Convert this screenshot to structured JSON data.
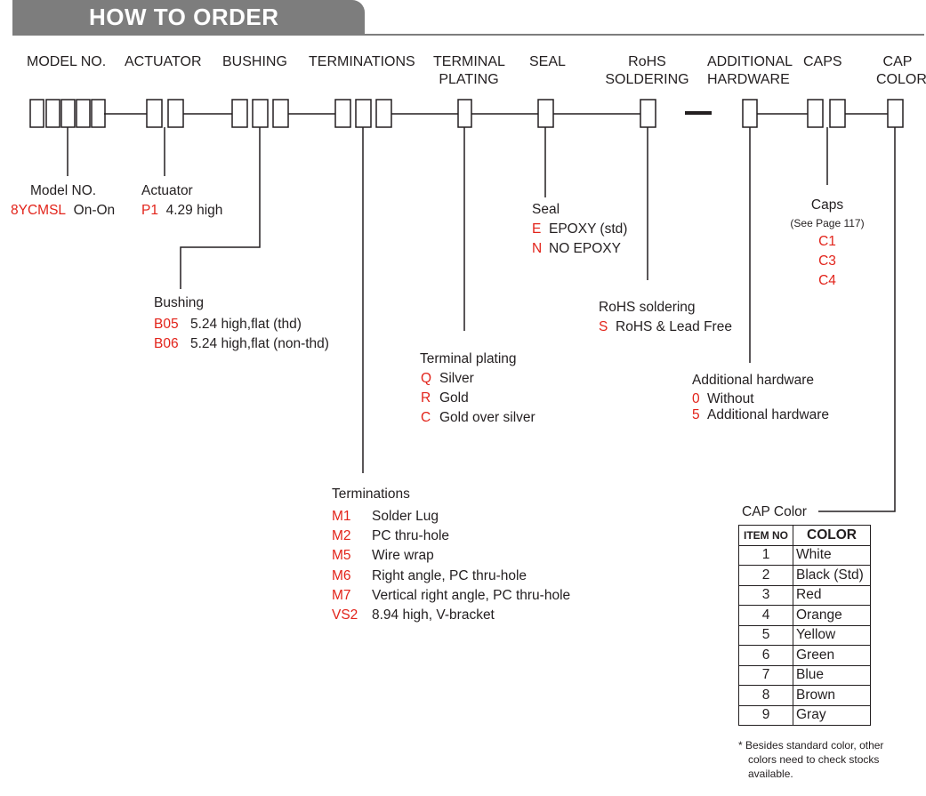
{
  "title": "HOW TO ORDER",
  "headers": {
    "model_no": "MODEL NO.",
    "actuator": "ACTUATOR",
    "bushing": "BUSHING",
    "terminations": "TERMINATIONS",
    "terminal_plating_1": "TERMINAL",
    "terminal_plating_2": "PLATING",
    "seal": "SEAL",
    "rohs_1": "RoHS",
    "rohs_2": "SOLDERING",
    "additional_1": "ADDITIONAL",
    "additional_2": "HARDWARE",
    "caps": "CAPS",
    "cap_color_1": "CAP",
    "cap_color_2": "COLOR"
  },
  "model": {
    "title": "Model NO.",
    "code": "8YCMSL",
    "desc": "On-On"
  },
  "actuator": {
    "title": "Actuator",
    "code": "P1",
    "desc": "4.29 high"
  },
  "bushing": {
    "title": "Bushing",
    "items": [
      {
        "code": "B05",
        "desc": "5.24 high,flat (thd)"
      },
      {
        "code": "B06",
        "desc": "5.24 high,flat (non-thd)"
      }
    ]
  },
  "terminations": {
    "title": "Terminations",
    "items": [
      {
        "code": "M1",
        "desc": "Solder Lug"
      },
      {
        "code": "M2",
        "desc": "PC thru-hole"
      },
      {
        "code": "M5",
        "desc": "Wire wrap"
      },
      {
        "code": "M6",
        "desc": "Right angle, PC thru-hole"
      },
      {
        "code": "M7",
        "desc": "Vertical right angle, PC thru-hole"
      },
      {
        "code": "VS2",
        "desc": "8.94 high, V-bracket"
      }
    ]
  },
  "terminal_plating": {
    "title": "Terminal plating",
    "items": [
      {
        "code": "Q",
        "desc": "Silver"
      },
      {
        "code": "R",
        "desc": "Gold"
      },
      {
        "code": "C",
        "desc": "Gold over silver"
      }
    ]
  },
  "seal": {
    "title": "Seal",
    "items": [
      {
        "code": "E",
        "desc": "EPOXY (std)"
      },
      {
        "code": "N",
        "desc": "NO EPOXY"
      }
    ]
  },
  "rohs": {
    "title": "RoHS soldering",
    "items": [
      {
        "code": "S",
        "desc": "RoHS & Lead Free"
      }
    ]
  },
  "additional": {
    "title": "Additional hardware",
    "items": [
      {
        "code": "0",
        "desc": "Without"
      },
      {
        "code": "5",
        "desc": "Additional hardware"
      }
    ]
  },
  "caps": {
    "title": "Caps",
    "note": "(See Page 117)",
    "items": [
      "C1",
      "C3",
      "C4"
    ]
  },
  "cap_color": {
    "title": "CAP Color",
    "col_item": "ITEM NO",
    "col_color": "COLOR",
    "rows": [
      {
        "no": "1",
        "color": "White"
      },
      {
        "no": "2",
        "color": "Black (Std)"
      },
      {
        "no": "3",
        "color": "Red"
      },
      {
        "no": "4",
        "color": "Orange"
      },
      {
        "no": "5",
        "color": "Yellow"
      },
      {
        "no": "6",
        "color": "Green"
      },
      {
        "no": "7",
        "color": "Blue"
      },
      {
        "no": "8",
        "color": "Brown"
      },
      {
        "no": "9",
        "color": "Gray"
      }
    ],
    "footnote_1": "* Besides standard color, other",
    "footnote_2": "colors need to check stocks",
    "footnote_3": "available."
  },
  "colors": {
    "code_red": "#e2231a",
    "banner_gray": "#7d7d7d"
  }
}
